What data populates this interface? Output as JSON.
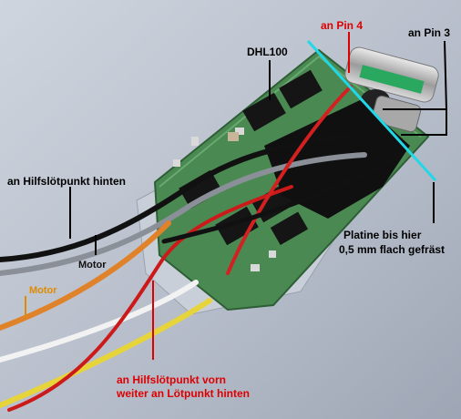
{
  "labels": {
    "an_pin4": "an Pin 4",
    "an_pin3": "an Pin 3",
    "dhl100": "DHL100",
    "hilf_hinten": "an Hilfslötpunkt hinten",
    "motor_grey": "Motor",
    "motor_orange": "Motor",
    "platine_line1": "Platine bis hier",
    "platine_line2": "0,5 mm flach gefräst",
    "hilf_vorn_line1": "an Hilfslötpunkt vorn",
    "hilf_vorn_line2": "weiter an Lötpunkt hinten"
  },
  "colors": {
    "red_text": "#dd0000",
    "orange_text": "#e08a00",
    "black_text": "#000000",
    "cut_line": "#20d8e8",
    "pcb_green": "#4a8a52",
    "chip_black": "#151515"
  }
}
